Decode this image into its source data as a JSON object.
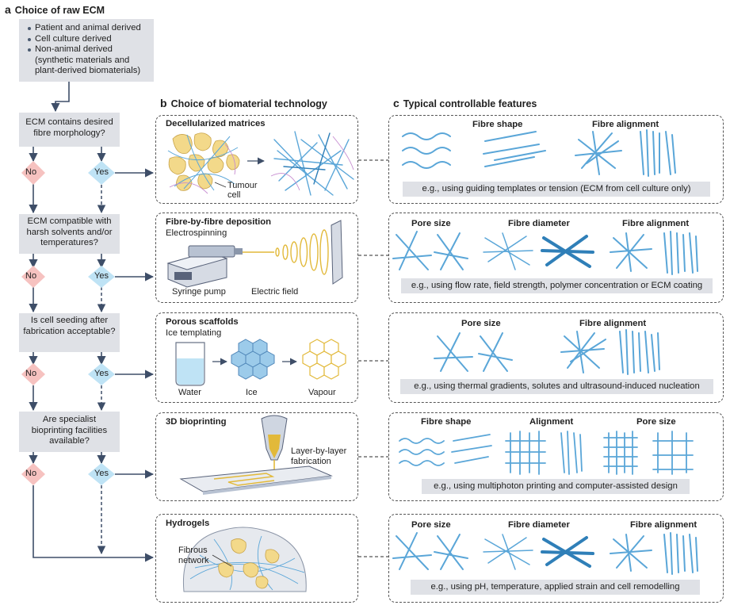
{
  "colors": {
    "fibre": "#5aa6d8",
    "fibre_dark": "#2f7fb8",
    "grey_box": "#dfe1e6",
    "no_diamond": "#f6c2c0",
    "yes_diamond": "#bfe3f5",
    "arrow": "#3e4e68",
    "cell": "#f3d98a"
  },
  "section_a": {
    "letter": "a",
    "title": "Choice of raw ECM",
    "sources": [
      "Patient and animal derived",
      "Cell culture derived",
      "Non-animal derived (synthetic materials and plant-derived biomaterials)"
    ],
    "questions": [
      "ECM contains desired fibre morphology?",
      "ECM compatible with harsh solvents and/or temperatures?",
      "Is cell seeding after fabrication acceptable?",
      "Are specialist bioprinting facilities available?"
    ],
    "no_label": "No",
    "yes_label": "Yes"
  },
  "section_b": {
    "letter": "b",
    "title": "Choice of biomaterial technology",
    "decell": {
      "title": "Decellularized matrices",
      "tumour_label": "Tumour cell"
    },
    "fibre": {
      "title": "Fibre-by-fibre deposition",
      "subtitle": "Electrospinning",
      "pump_label": "Syringe pump",
      "field_label": "Electric field"
    },
    "porous": {
      "title": "Porous scaffolds",
      "subtitle": "Ice templating",
      "water": "Water",
      "ice": "Ice",
      "vapour": "Vapour"
    },
    "bioprint": {
      "title": "3D bioprinting",
      "layer_label": "Layer-by-layer fabrication"
    },
    "hydrogel": {
      "title": "Hydrogels",
      "network_label": "Fibrous network"
    }
  },
  "section_c": {
    "letter": "c",
    "title": "Typical controllable features",
    "row1": {
      "features": [
        "Fibre shape",
        "Fibre alignment"
      ],
      "eg": "e.g., using guiding templates or tension (ECM from cell culture only)"
    },
    "row2": {
      "features": [
        "Pore size",
        "Fibre diameter",
        "Fibre alignment"
      ],
      "eg": "e.g., using flow rate, field strength, polymer concentration or ECM coating"
    },
    "row3": {
      "features": [
        "Pore size",
        "Fibre alignment"
      ],
      "eg": "e.g., using thermal gradients, solutes and ultrasound-induced nucleation"
    },
    "row4": {
      "features": [
        "Fibre shape",
        "Alignment",
        "Pore size"
      ],
      "eg": "e.g., using multiphoton printing and computer-assisted design"
    },
    "row5": {
      "features": [
        "Pore size",
        "Fibre diameter",
        "Fibre alignment"
      ],
      "eg": "e.g., using pH, temperature, applied strain and cell remodelling"
    }
  }
}
